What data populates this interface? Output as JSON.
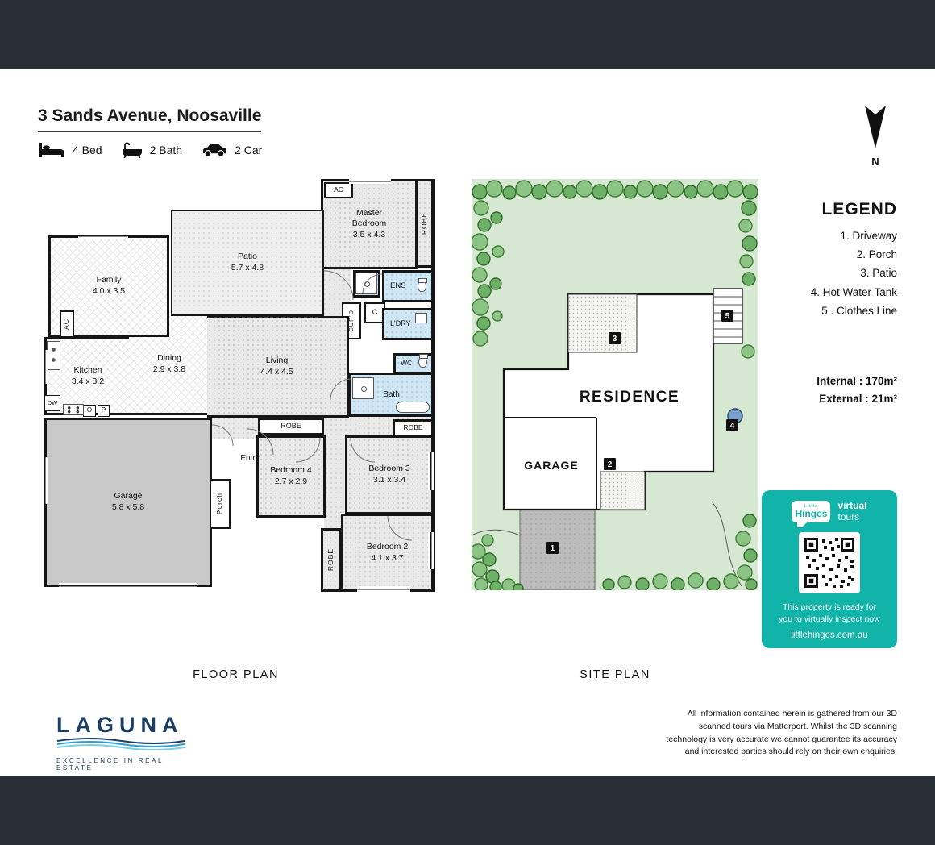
{
  "header": {
    "title": "3 Sands Avenue, Noosaville",
    "features": [
      {
        "label": "4 Bed"
      },
      {
        "label": "2 Bath"
      },
      {
        "label": "2 Car"
      }
    ],
    "north_label": "N"
  },
  "sections": {
    "floor_plan": "FLOOR PLAN",
    "site_plan": "SITE PLAN"
  },
  "floor_plan": {
    "labels": {
      "ac_top": "AC",
      "master": "Master\nBedroom\n3.5 x 4.3",
      "robe_top": "ROBE",
      "ens": "ENS",
      "patio": "Patio\n5.7 x 4.8",
      "family": "Family\n4.0 x 3.5",
      "cupd": "CUP'D",
      "closet": "C",
      "ldry": "L'DRY",
      "ac_left": "AC",
      "kitchen": "Kitchen\n3.4 x 3.2",
      "dw": "DW",
      "oven": "O",
      "pantry": "P",
      "dining": "Dining\n2.9 x 3.8",
      "living": "Living\n4.4 x 4.5",
      "wc": "WC",
      "bath": "Bath",
      "robe_mid": "ROBE",
      "robe_right": "ROBE",
      "garage": "Garage\n5.8 x 5.8",
      "entry": "Entry",
      "porch": "Porch",
      "bed4": "Bedroom 4\n2.7 x 2.9",
      "bed3": "Bedroom 3\n3.1 x 3.4",
      "bed2": "Bedroom 2\n4.1 x 3.7",
      "robe_bottom": "ROBE"
    }
  },
  "site_plan": {
    "residence_label": "RESIDENCE",
    "garage_label": "GARAGE",
    "markers": [
      "1",
      "2",
      "3",
      "4",
      "5"
    ]
  },
  "legend": {
    "title": "LEGEND",
    "items": [
      "1. Driveway",
      "2. Porch",
      "3. Patio",
      "4. Hot Water Tank",
      "5 . Clothes Line"
    ],
    "internal": "Internal : 170m²",
    "external": "External : 21m²"
  },
  "virtual_tour": {
    "brand_small": "Little",
    "brand": "Hinges",
    "word1": "virtual",
    "word2": "tours",
    "message": "This property is ready for\nyou to virtually inspect now",
    "website": "littlehinges.com.au"
  },
  "footer": {
    "brand": "LAGUNA",
    "tagline": "EXCELLENCE IN REAL ESTATE",
    "disclaimer": "All information contained herein is gathered from our 3D\nscanned tours via Matterport. Whilst the 3D scanning\ntechnology is very accurate we cannot guarantee its accuracy\nand interested parties should rely on their own enquiries."
  }
}
